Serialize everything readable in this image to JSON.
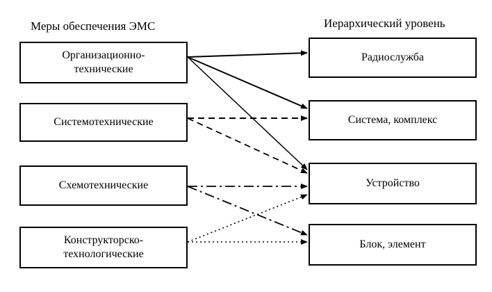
{
  "headings": {
    "left": "Меры обеспечения ЭМС",
    "right": "Иерархический уровень"
  },
  "measures": [
    {
      "id": "org",
      "line1": "Организационно-",
      "line2": "технические"
    },
    {
      "id": "sys",
      "line1": "Системотехнические",
      "line2": ""
    },
    {
      "id": "sch",
      "line1": "Схемотехнические",
      "line2": ""
    },
    {
      "id": "con",
      "line1": "Конструкторско-",
      "line2": "технологические"
    }
  ],
  "levels": [
    {
      "id": "radio",
      "label": "Радиослужба"
    },
    {
      "id": "system",
      "label": "Система, комплекс"
    },
    {
      "id": "device",
      "label": "Устройство"
    },
    {
      "id": "block",
      "label": "Блок, элемент"
    }
  ],
  "links": [
    {
      "from": "org",
      "to": "radio",
      "style": "solid"
    },
    {
      "from": "org",
      "to": "system",
      "style": "solid"
    },
    {
      "from": "org",
      "to": "device",
      "style": "solid"
    },
    {
      "from": "sys",
      "to": "system",
      "style": "dashed"
    },
    {
      "from": "sys",
      "to": "device",
      "style": "dashed"
    },
    {
      "from": "sch",
      "to": "device",
      "style": "dash-dot"
    },
    {
      "from": "sch",
      "to": "block",
      "style": "dash-dot"
    },
    {
      "from": "con",
      "to": "device",
      "style": "dotted"
    },
    {
      "from": "con",
      "to": "block",
      "style": "dotted"
    }
  ],
  "colors": {
    "line": "#000000",
    "box_border": "#000000",
    "background": "#ffffff"
  }
}
